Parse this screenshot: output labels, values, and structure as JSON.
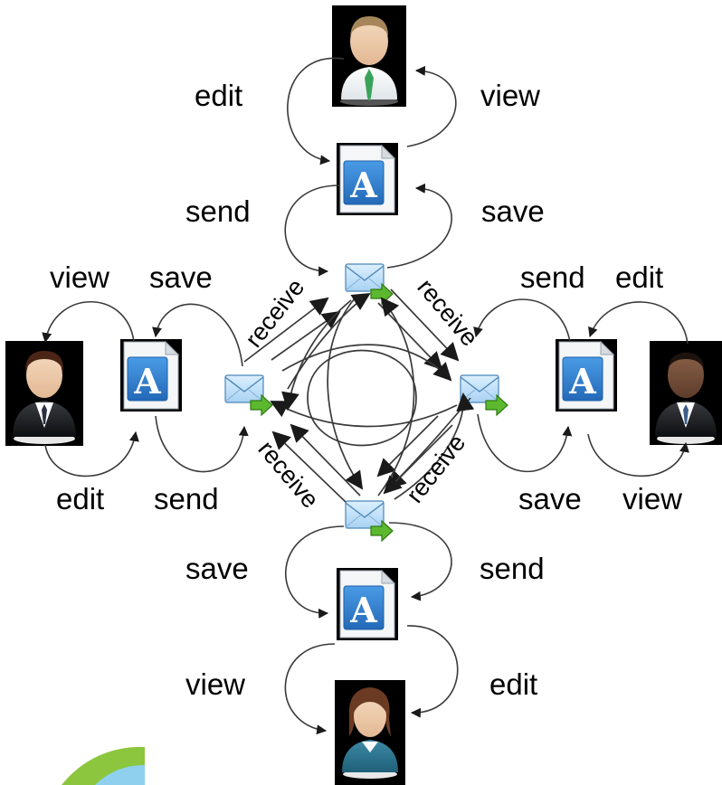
{
  "diagram": {
    "nodes": {
      "person_top": "user-green-tie-icon",
      "person_left": "user-black-suit-icon",
      "person_right": "user-dark-skin-icon",
      "person_bottom": "user-woman-icon",
      "document_icon": "document-a-icon",
      "mail_icon": "mail-send-icon"
    },
    "labels": {
      "top_edit": "edit",
      "top_view": "view",
      "top_send": "send",
      "top_save": "save",
      "left_view": "view",
      "left_save": "save",
      "left_edit": "edit",
      "left_send": "send",
      "right_send": "send",
      "right_edit": "edit",
      "right_save": "save",
      "right_view": "view",
      "bottom_save": "save",
      "bottom_send": "send",
      "bottom_view": "view",
      "bottom_edit": "edit",
      "receive_top_left": "receive",
      "receive_top_right": "receive",
      "receive_bottom_left": "receive",
      "receive_bottom_right": "receive"
    },
    "colors": {
      "document_blue": "#2f7fd1",
      "mail_blue": "#bcdcf7",
      "send_arrow_green": "#5cb82e",
      "tie_green": "#3aa35a",
      "decoration_green": "#8cc63f",
      "decoration_blue": "#8fd0ef"
    }
  }
}
